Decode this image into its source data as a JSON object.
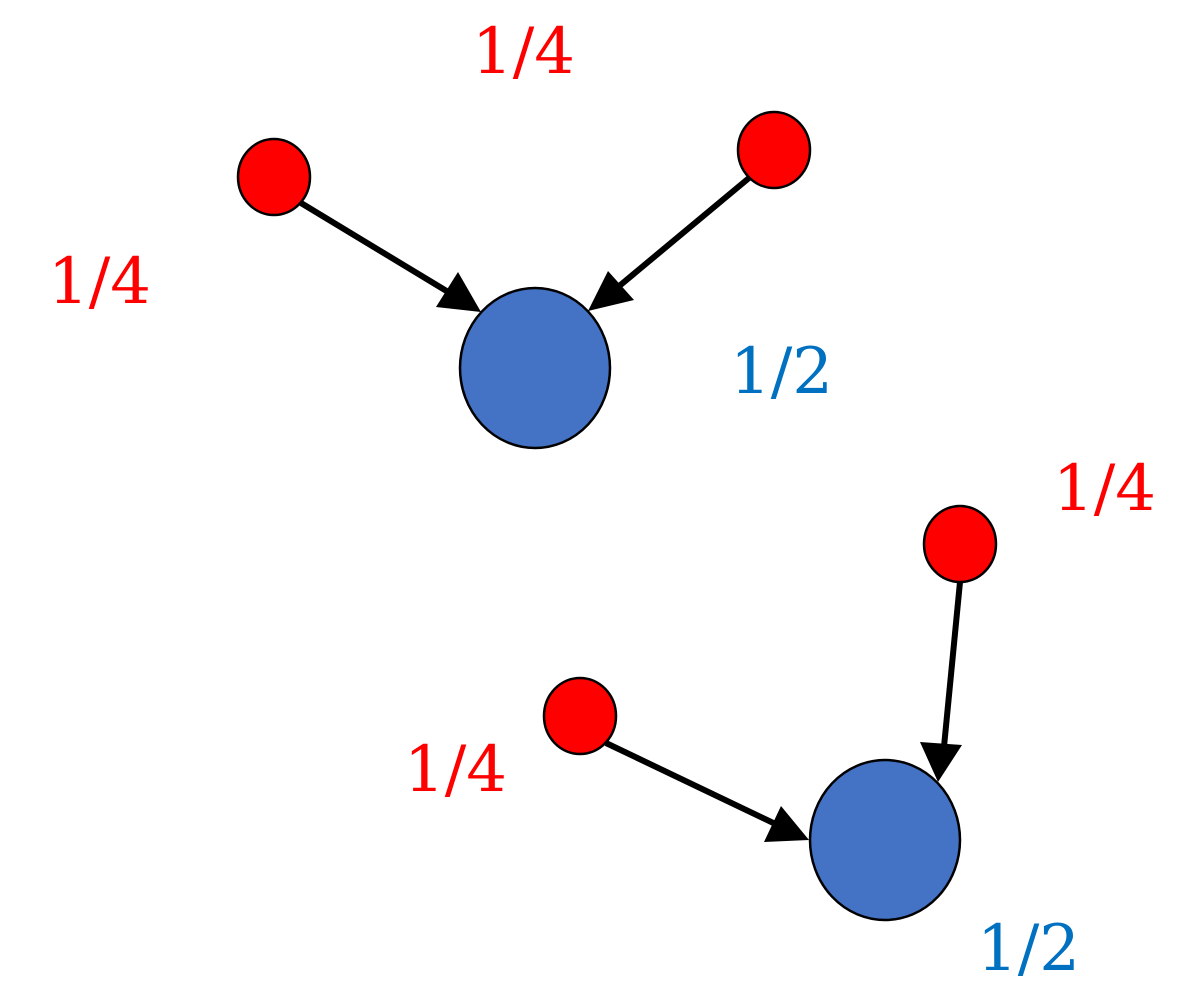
{
  "colors": {
    "small_node": "#ff0000",
    "large_node": "#4472c4",
    "small_label": "#ff0000",
    "large_label": "#0070c0",
    "edge": "#000000",
    "node_stroke": "#000000",
    "background": "#ffffff"
  },
  "groups": [
    {
      "sources": [
        {
          "label": "1/4"
        },
        {
          "label": "1/4"
        }
      ],
      "target": {
        "label": "1/2"
      }
    },
    {
      "sources": [
        {
          "label": "1/4"
        },
        {
          "label": "1/4"
        }
      ],
      "target": {
        "label": "1/2"
      }
    }
  ]
}
